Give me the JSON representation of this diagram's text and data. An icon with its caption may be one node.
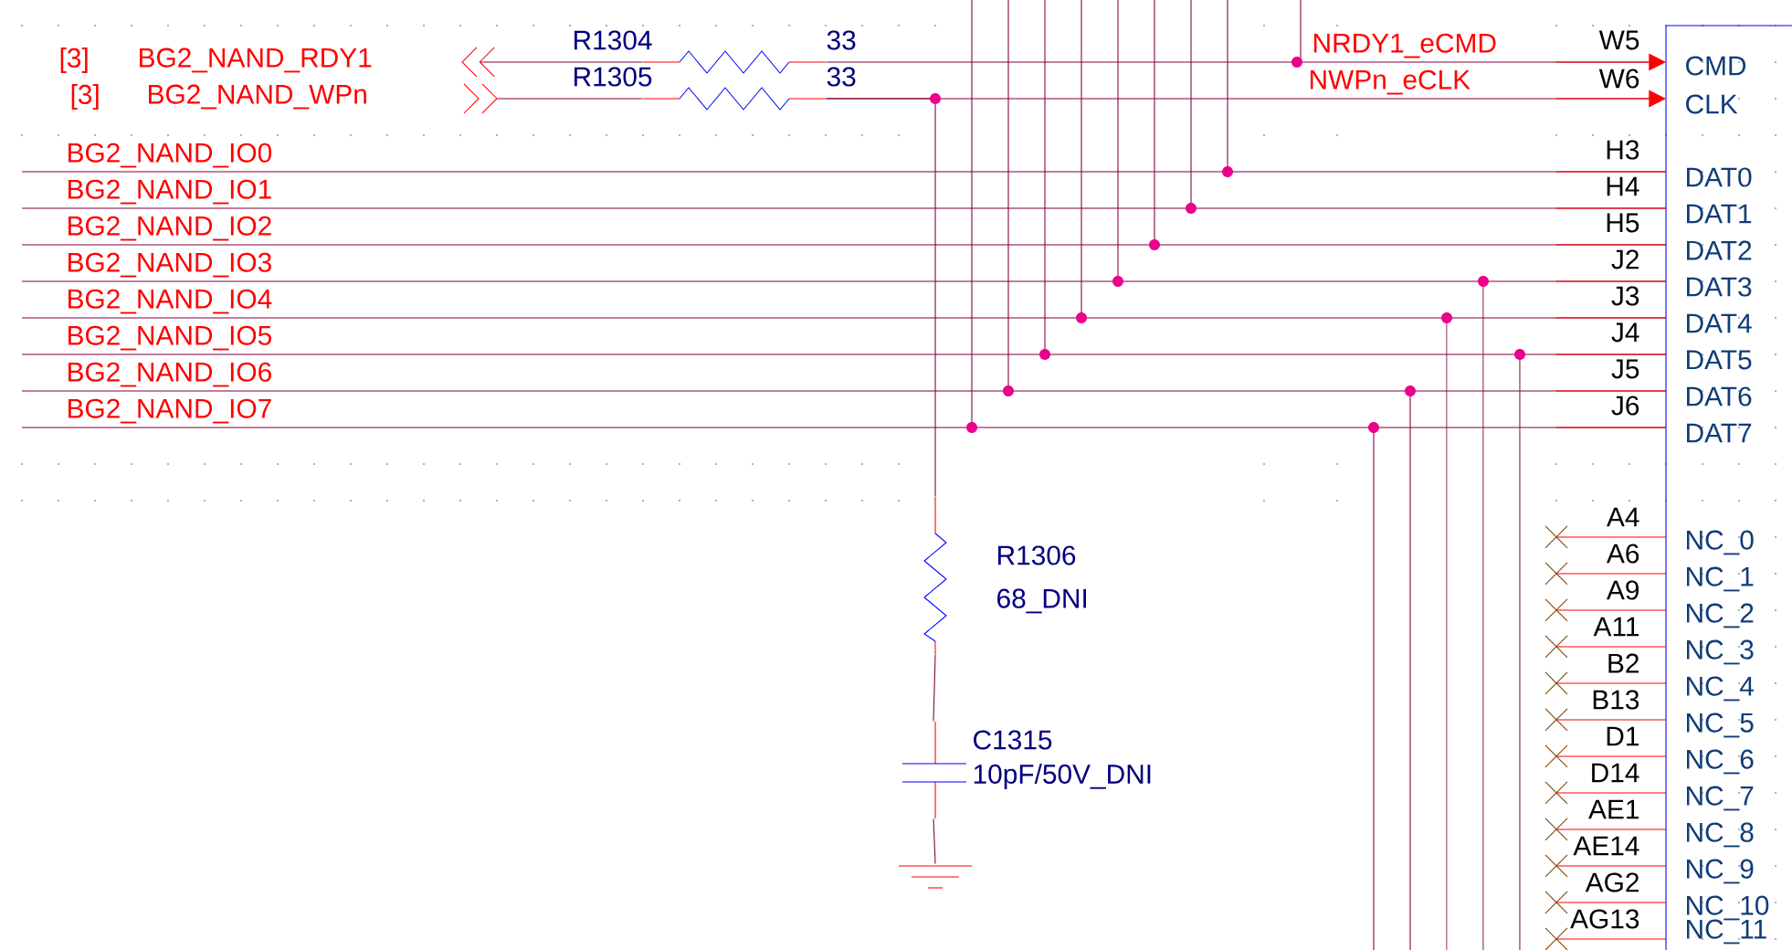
{
  "diagram": {
    "nodes": [
      {
        "text": [
          "BG2_NAND_RDY1"
        ],
        "beside": [
          "[3]"
        ]
      },
      {
        "text": [
          "BG2_NAND_WPn"
        ],
        "beside": [
          "[3]"
        ]
      },
      {
        "text": [
          "R1304",
          "33"
        ]
      },
      {
        "text": [
          "R1305",
          "33"
        ]
      },
      {
        "text": [
          "CMD",
          "CLK",
          "DAT0",
          "DAT1",
          "DAT2",
          "DAT3",
          "DAT4",
          "DAT5",
          "DAT6",
          "DAT7",
          "NC_0",
          "NC_1",
          "NC_2",
          "NC_3",
          "NC_4",
          "NC_5",
          "NC_6",
          "NC_7",
          "NC_8",
          "NC_9",
          "NC_10",
          "NC_11"
        ]
      },
      {
        "text": [
          "R1306",
          "68_DNI"
        ]
      },
      {
        "text": [
          "C1315",
          "10pF/50V_DNI"
        ]
      },
      {
        "text": [],
        "shape": "ground"
      }
    ],
    "edges": [
      {
        "from": 2,
        "to": 0,
        "arrow": "to"
      },
      {
        "from": 1,
        "to": 3,
        "arrow": "none"
      },
      {
        "from": 2,
        "to": 4,
        "arrow": "to",
        "label": "NRDY1_eCMD"
      },
      {
        "from": 3,
        "to": 4,
        "arrow": "to",
        "label": "NWPn_eCLK"
      },
      {
        "from": null,
        "to": 4,
        "arrow": "none",
        "label": "BG2_NAND_IO0"
      },
      {
        "from": null,
        "to": 4,
        "arrow": "none",
        "label": "BG2_NAND_IO1"
      },
      {
        "from": null,
        "to": 4,
        "arrow": "none",
        "label": "BG2_NAND_IO2"
      },
      {
        "from": null,
        "to": 4,
        "arrow": "none",
        "label": "BG2_NAND_IO3"
      },
      {
        "from": null,
        "to": 4,
        "arrow": "none",
        "label": "BG2_NAND_IO4"
      },
      {
        "from": null,
        "to": 4,
        "arrow": "none",
        "label": "BG2_NAND_IO5"
      },
      {
        "from": null,
        "to": 4,
        "arrow": "none",
        "label": "BG2_NAND_IO6"
      },
      {
        "from": null,
        "to": 4,
        "arrow": "none",
        "label": "BG2_NAND_IO7"
      },
      {
        "from": 3,
        "to": 5,
        "arrow": "none"
      },
      {
        "from": 5,
        "to": 6,
        "arrow": "none"
      },
      {
        "from": 6,
        "to": 7,
        "arrow": "none"
      }
    ],
    "labels": [
      "W5",
      "W6",
      "H3",
      "H4",
      "H5",
      "J2",
      "J3",
      "J4",
      "J5",
      "J6",
      "A4",
      "A6",
      "A9",
      "A11",
      "B2",
      "B13",
      "D1",
      "D14",
      "AE1",
      "AE14",
      "AG2",
      "AG13"
    ]
  }
}
